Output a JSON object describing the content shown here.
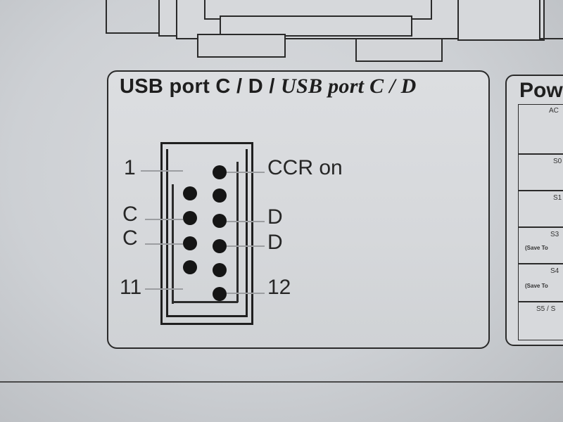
{
  "usb_panel": {
    "title_regular": "USB port C / D / ",
    "title_italic": "USB port C / D"
  },
  "pin_labels": {
    "pin1": "1",
    "ccr_on": "CCR on",
    "left_c1": "C",
    "left_c2": "C",
    "right_d1": "D",
    "right_d2": "D",
    "pin11": "11",
    "pin12": "12"
  },
  "right_panel": {
    "title": "Pow",
    "rows": [
      "AC",
      "S0",
      "S1",
      "S3",
      "(Save To",
      "S4",
      "(Save To",
      "S5 / S"
    ]
  }
}
